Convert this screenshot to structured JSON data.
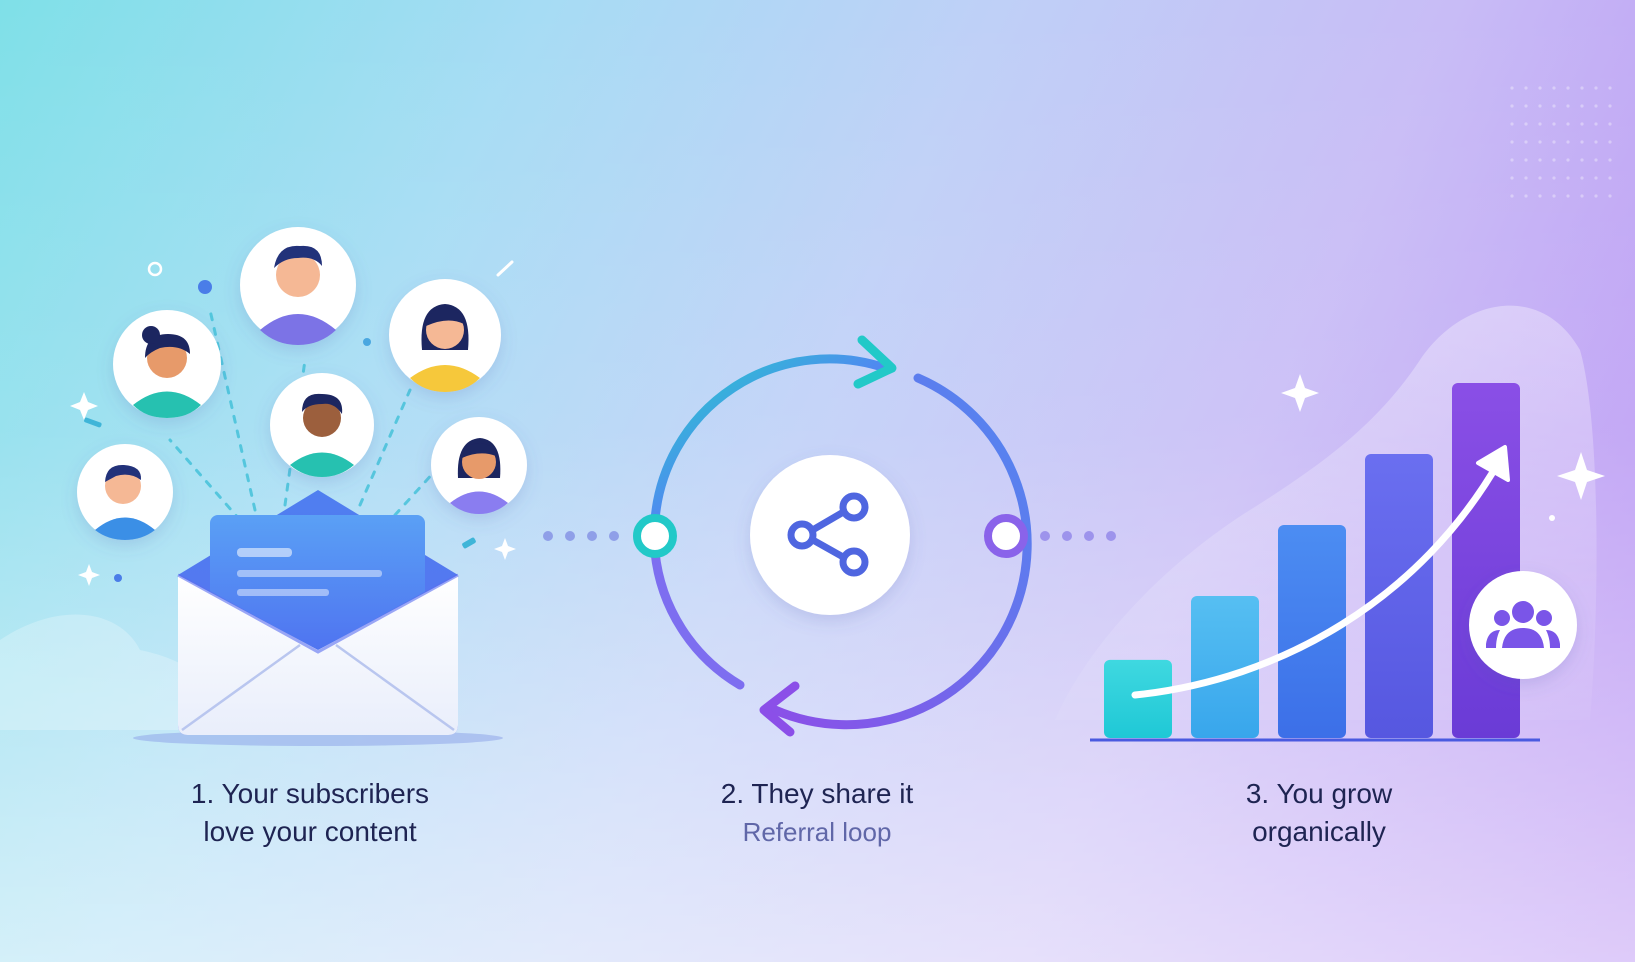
{
  "steps": [
    {
      "title_line1": "1. Your subscribers",
      "title_line2": "love your content"
    },
    {
      "title_line1": "2. They share it",
      "subtitle": "Referral loop"
    },
    {
      "title_line1": "3. You grow",
      "title_line2": "organically"
    }
  ],
  "icons": {
    "step1": [
      "envelope-icon",
      "subscriber-avatar-icon"
    ],
    "step2": [
      "share-icon",
      "cycle-arrows-icon"
    ],
    "step3": [
      "bar-chart-icon",
      "growth-arrow-icon",
      "users-icon"
    ]
  },
  "growth_bars": [
    0.22,
    0.4,
    0.6,
    0.8,
    1.0
  ],
  "colors": {
    "navy_text": "#1e2452",
    "subtitle": "#6067a8",
    "teal": "#22d3dc",
    "blue": "#4f7df0",
    "purple": "#8b4fe8",
    "bar_colors_top": [
      "#3fd8e0",
      "#56bff2",
      "#4c8df2",
      "#6a6ff0",
      "#8a4fe6"
    ],
    "bar_colors_bottom": [
      "#1fc8d6",
      "#38a6ec",
      "#3c6fe8",
      "#5657e0",
      "#6a3bd6"
    ]
  }
}
